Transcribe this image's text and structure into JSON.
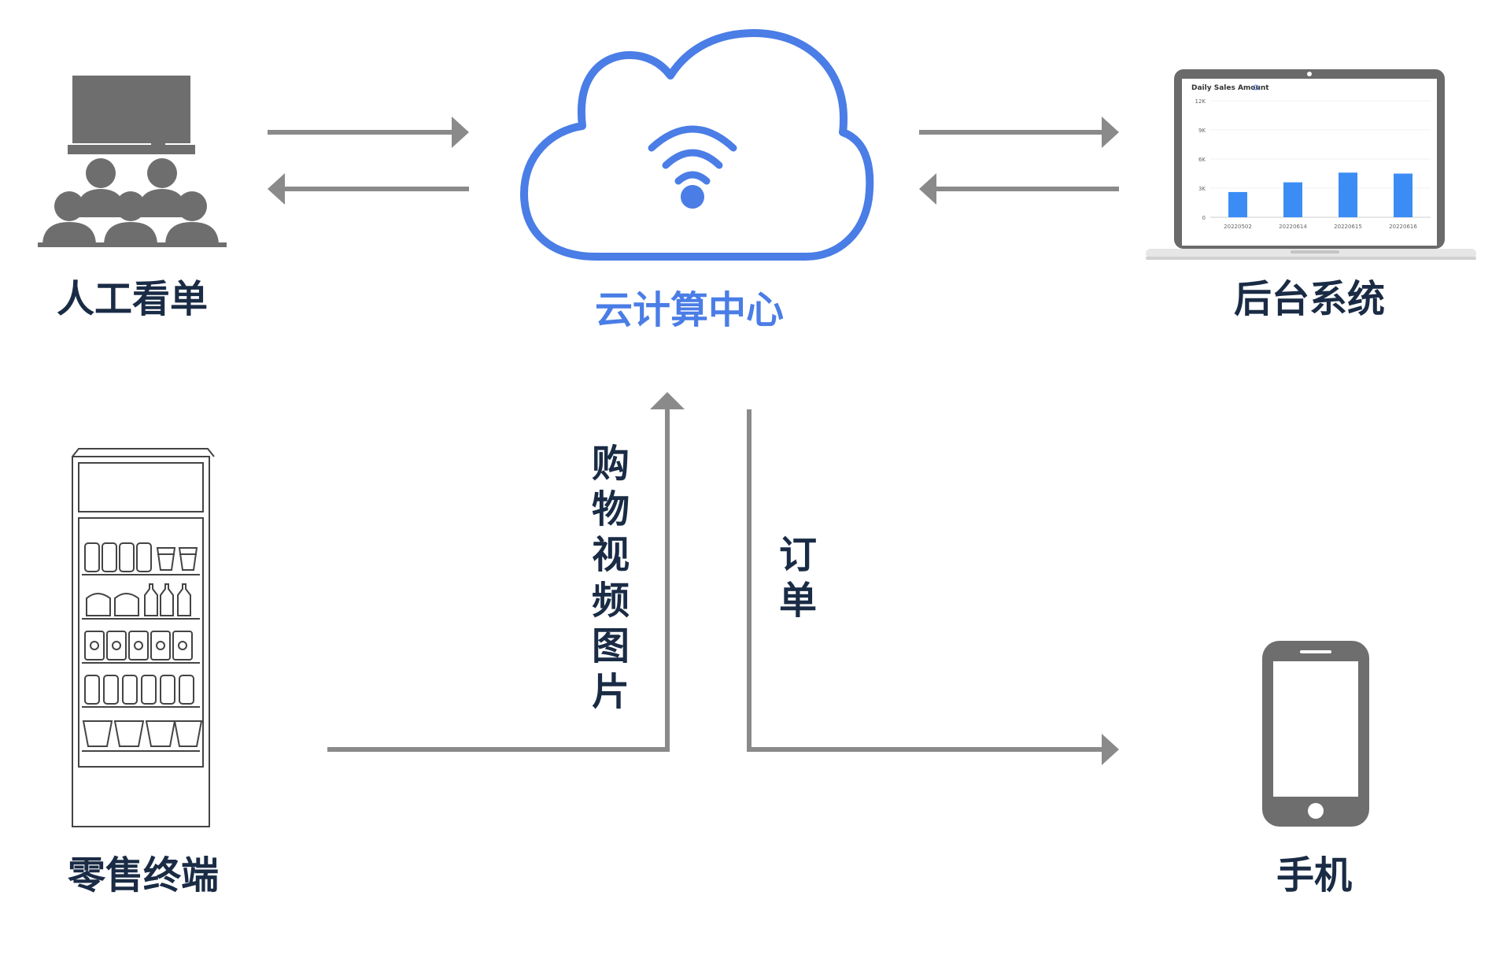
{
  "nodes": {
    "manual_board": "人工看单",
    "cloud_center": "云计算中心",
    "backend_system": "后台系统",
    "retail_terminal": "零售终端",
    "mobile_phone": "手机"
  },
  "edges": {
    "shopping_media": "购物视频图片",
    "order": "订单"
  },
  "dashboard": {
    "title": "Daily Sales Amount",
    "y_ticks": [
      "12K",
      "9K",
      "6K",
      "3K",
      "0"
    ],
    "chart_data": {
      "type": "bar",
      "title": "Daily Sales Amount",
      "categories": [
        "20220502",
        "20220614",
        "20220615",
        "20220616"
      ],
      "values": [
        2600,
        3600,
        4600,
        4500
      ],
      "ylim": [
        0,
        12000
      ]
    }
  },
  "colors": {
    "accent_blue": "#4a7de6",
    "bar_blue": "#3b8df5",
    "arrow_gray": "#8a8a8a",
    "icon_gray": "#6e6e6e",
    "label_navy": "#1a2b45"
  }
}
